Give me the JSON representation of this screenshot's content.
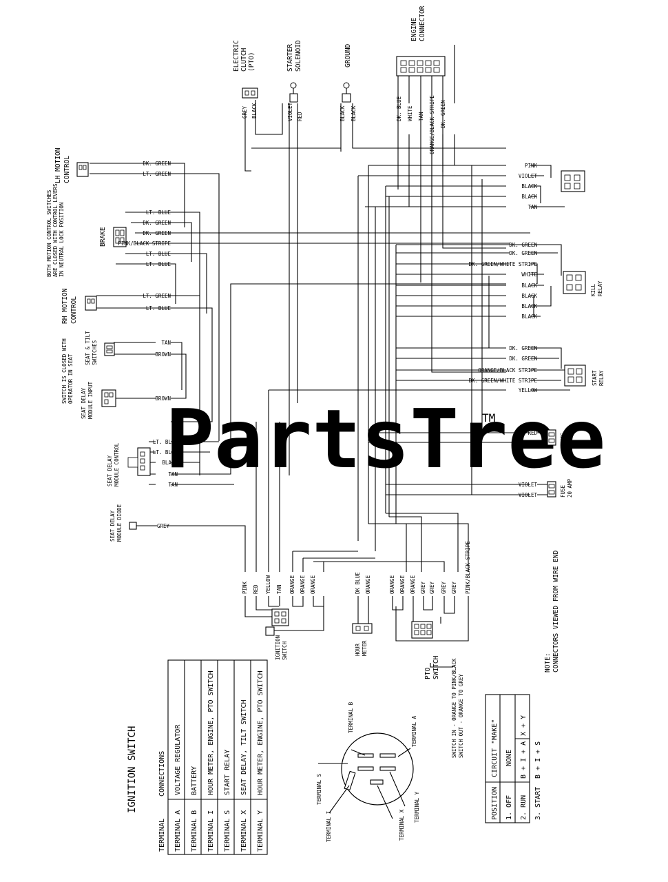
{
  "watermark": {
    "text": "PartsTree",
    "tm": "TM"
  },
  "note": {
    "line1": "NOTE:",
    "line2": "CONNECTORS VIEWED FROM WIRE END"
  },
  "components": {
    "engine_connector": [
      "ENGINE",
      "CONNECTOR"
    ],
    "electric_clutch": [
      "ELECTRIC",
      "CLUTCH",
      "(PTO)"
    ],
    "starter_solenoid": [
      "STARTER",
      "SOLENOID"
    ],
    "ground": [
      "GROUND"
    ],
    "lh_motion_control": [
      "LH MOTION",
      "CONTROL"
    ],
    "rh_motion_control": [
      "RH MOTION",
      "CONTROL"
    ],
    "brake": [
      "BRAKE"
    ],
    "motion_note": [
      "BOTH MOTION CONTROL SWITCHES",
      "ARE CLOSED WITH CONTROL LEVERS",
      "IN NEUTRAL LOCK POSITION"
    ],
    "seat_tilt": [
      "SEAT & TILT",
      "SWITCHES"
    ],
    "seat_closed_note": [
      "SWITCH IS CLOSED WITH",
      "OPERATOR IN SEAT"
    ],
    "seat_delay_input": [
      "SEAT DELAY",
      "MODULE INPUT"
    ],
    "seat_delay_control": [
      "SEAT DELAY",
      "MODULE CONTROL"
    ],
    "seat_delay_diode": [
      "SEAT DELAY",
      "MODULE DIODE"
    ],
    "kill_relay": [
      "KILL",
      "RELAY"
    ],
    "start_relay": [
      "START",
      "RELAY"
    ],
    "fuse_red": [
      "FUSE",
      "20 AMP"
    ],
    "fuse_violet": [
      "FUSE",
      "20 AMP"
    ],
    "ignition_switch": [
      "IGNITION",
      "SWITCH"
    ],
    "hour_meter": [
      "HOUR",
      "METER"
    ],
    "pto_switch": [
      "PTO",
      "SWITCH"
    ],
    "pto_note": [
      "SWITCH IN - ORANGE TO PINK/BLACK",
      "SWITCH OUT - ORANGE TO GREY"
    ]
  },
  "top_wires": {
    "clutch": [
      "GREY",
      "BLACK"
    ],
    "solenoid": [
      "VIOLET",
      "RED"
    ],
    "ground": [
      "BLACK",
      "BLACK"
    ],
    "engine": [
      "DK. BLUE",
      "WHITE",
      "TAN",
      "ORANGE/BLACK STRIPE",
      "DK. GREEN"
    ]
  },
  "left_wires": {
    "lh": [
      "DK. GREEN",
      "LT. GREEN"
    ],
    "brake": [
      "LT. BLUE",
      "DK. GREEN",
      "DK. GREEN",
      "PINK/BLACK STRIPE",
      "LT. BLUE",
      "LT. BLUE"
    ],
    "rh": [
      "LT. GREEN",
      "LT. BLUE"
    ],
    "seat_tilt": [
      "TAN",
      "BROWN"
    ],
    "seat_input": [
      "BROWN"
    ],
    "seat_control": [
      "LT. BLUE",
      "LT. BLUE",
      "BLACK",
      "TAN",
      "TAN"
    ],
    "seat_diode": [
      "GREY"
    ]
  },
  "right_wires": {
    "top_relay": [
      "PINK",
      "VIOLET",
      "BLACK",
      "BLACK",
      "TAN"
    ],
    "kill_relay": [
      "DK. GREEN",
      "DK. GREEN",
      "DK. GREEN/WHITE STRIPE",
      "WHITE",
      "BLACK",
      "BLACK",
      "BLACK",
      "BLACK"
    ],
    "start_relay": [
      "DK. GREEN",
      "DK. GREEN",
      "ORANGE/BLACK STRIPE",
      "DK. GREEN/WHITE STRIPE",
      "YELLOW"
    ],
    "fuse_red": [
      "RED",
      "RED"
    ],
    "fuse_violet": [
      "VIOLET",
      "VIOLET"
    ]
  },
  "bottom_wires": {
    "ignition": [
      "PINK",
      "RED",
      "YELLOW",
      "TAN",
      "ORANGE",
      "ORANGE",
      "ORANGE"
    ],
    "hour_meter": [
      "DK BLUE",
      "ORANGE"
    ],
    "pto": [
      "ORANGE",
      "ORANGE",
      "ORANGE",
      "GREY",
      "GREY",
      "GREY",
      "GREY",
      "PINK/BLACK STRIPE"
    ]
  },
  "terminals": {
    "a": "TERMINAL A",
    "b": "TERMINAL B",
    "s": "TERMINAL S",
    "i": "TERMINAL I",
    "x": "TERMINAL X",
    "y": "TERMINAL Y"
  },
  "ignition_table": {
    "title": "IGNITION SWITCH",
    "headers": [
      "TERMINAL",
      "CONNECTIONS"
    ],
    "rows": [
      [
        "TERMINAL  A",
        "VOLTAGE REGULATOR"
      ],
      [
        "TERMINAL  B",
        "BATTERY"
      ],
      [
        "TERMINAL  I",
        "HOUR METER, ENGINE, PTO SWITCH"
      ],
      [
        "TERMINAL  S",
        "START RELAY"
      ],
      [
        "TERMINAL  X",
        "SEAT DELAY, TILT SWITCH"
      ],
      [
        "TERMINAL  Y",
        "HOUR METER, ENGINE, PTO SWITCH"
      ]
    ]
  },
  "position_table": {
    "headers": [
      "POSITION",
      "CIRCUIT \"MAKE\""
    ],
    "rows": [
      [
        "1. OFF",
        "NONE"
      ],
      [
        "2. RUN",
        "B + I + A",
        "X + Y"
      ],
      [
        "3. START",
        "B + I + S"
      ]
    ]
  }
}
